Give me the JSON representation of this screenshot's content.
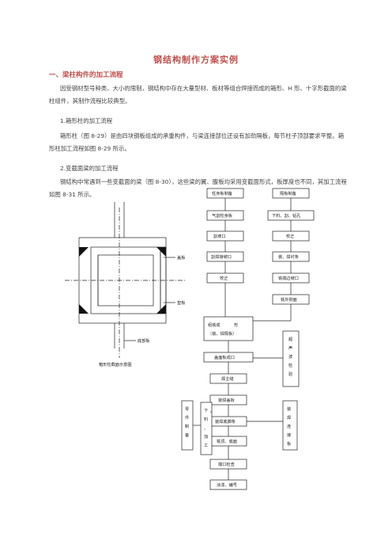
{
  "title": "钢结构制作方案实例",
  "section1": "一、梁柱构件的加工流程",
  "para1": "因受钢材型号种类、大小的限制，钢结构中存在大量型材、板材等组合焊接而成的箱形、H 形、十字形截面的梁柱组件，其制作流程比较典型。",
  "sub1": "1.箱形柱的加工流程",
  "para2": "箱形柱（图 8-29）是由四块钢板组成的承重构件，与梁连接部位还设有加劲隔板，每节柱子顶部要求平整。箱形柱加工流程如图 8-29 所示。",
  "sub2": "2.变截面梁的加工流程",
  "para3": "钢结构中常遇到一些变截面的梁（图 8-30），这些梁的翼、腹板均采用变截面形式，板厚度也不同，其加工流程如图 8-31 所示。",
  "figure": {
    "label_top": "盖板",
    "label_mid": "垫板",
    "label_bot": "底部板",
    "caption": "箱形柱截面示意图"
  },
  "flow": {
    "col1": [
      "柱身板制备",
      "气割柱身板",
      "割坡口",
      "割焊接坡口",
      "校正"
    ],
    "col2": [
      "隔板制备",
      "下料、割、钻孔",
      "校正",
      "装、焊衬条",
      "铣端边坡口",
      "铣外侧面"
    ],
    "assemble_a": "组装成",
    "assemble_b": "形",
    "assemble_c": "（装、焊隔板）",
    "ultra": "超声波检验",
    "main1": "盖面板成口",
    "main2": "焊主缝",
    "main3": "装焊盖板",
    "main4": "装焊底脚条",
    "main5": "铣顶、底面",
    "main6": "端口检查",
    "main7": "涂漆、编号",
    "parts": "零件制备",
    "cut": "下料、加工",
    "assemble_check": "装焊连接板"
  }
}
